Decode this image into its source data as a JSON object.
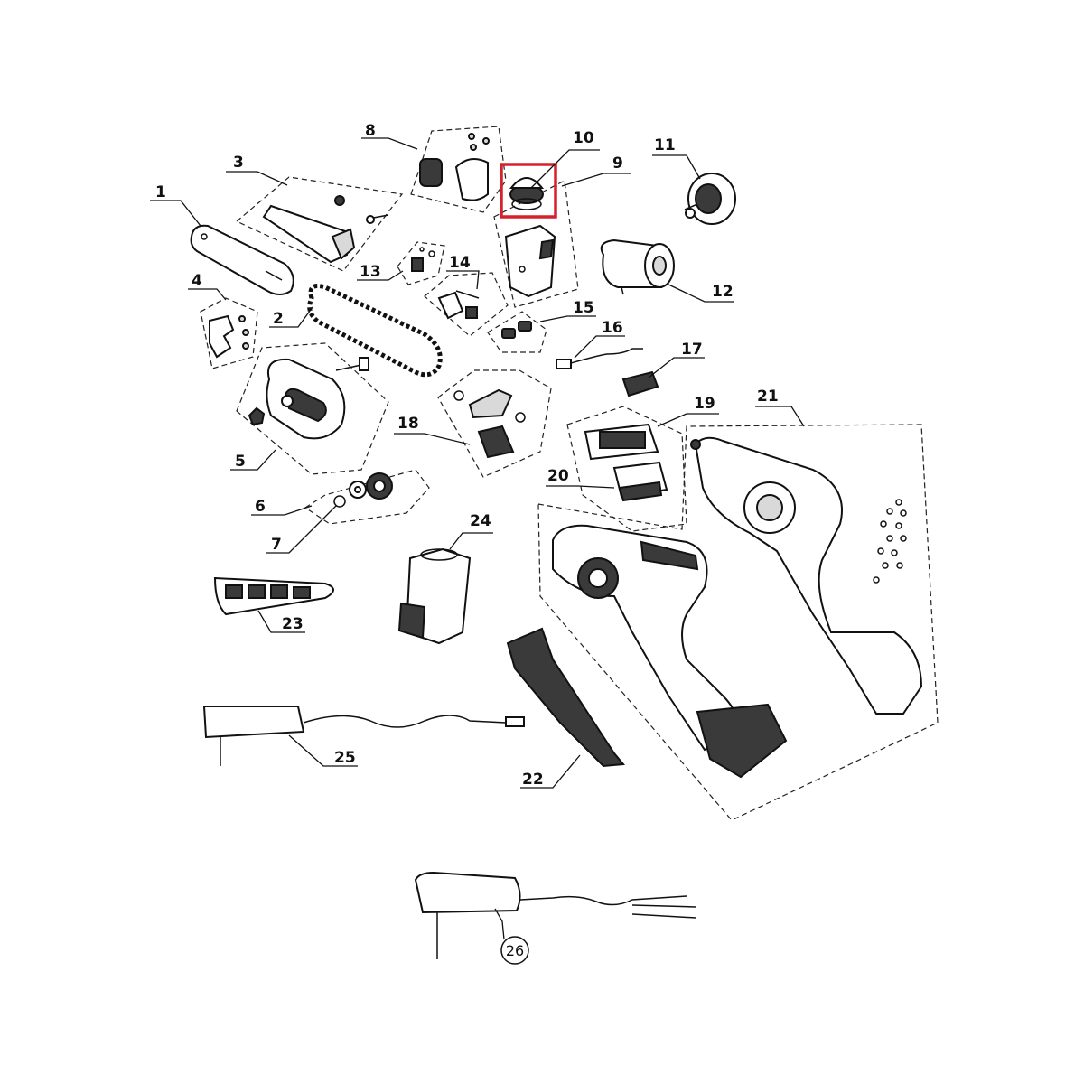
{
  "callouts": [
    {
      "id": "1",
      "text": "1"
    },
    {
      "id": "2",
      "text": "2"
    },
    {
      "id": "3",
      "text": "3"
    },
    {
      "id": "4",
      "text": "4"
    },
    {
      "id": "5",
      "text": "5"
    },
    {
      "id": "6",
      "text": "6"
    },
    {
      "id": "7",
      "text": "7"
    },
    {
      "id": "8",
      "text": "8"
    },
    {
      "id": "9",
      "text": "9"
    },
    {
      "id": "10",
      "text": "10"
    },
    {
      "id": "11",
      "text": "11"
    },
    {
      "id": "12",
      "text": "12"
    },
    {
      "id": "13",
      "text": "13"
    },
    {
      "id": "14",
      "text": "14"
    },
    {
      "id": "15",
      "text": "15"
    },
    {
      "id": "16",
      "text": "16"
    },
    {
      "id": "17",
      "text": "17"
    },
    {
      "id": "18",
      "text": "18"
    },
    {
      "id": "19",
      "text": "19"
    },
    {
      "id": "20",
      "text": "20"
    },
    {
      "id": "21",
      "text": "21"
    },
    {
      "id": "22",
      "text": "22"
    },
    {
      "id": "23",
      "text": "23"
    },
    {
      "id": "24",
      "text": "24"
    },
    {
      "id": "25",
      "text": "25"
    },
    {
      "id": "26",
      "text": "26"
    }
  ],
  "highlight": {
    "part": "10",
    "color": "#d6202a"
  },
  "colors": {
    "line": "#111111",
    "background": "#ffffff",
    "shade": "#3a3a3a"
  }
}
